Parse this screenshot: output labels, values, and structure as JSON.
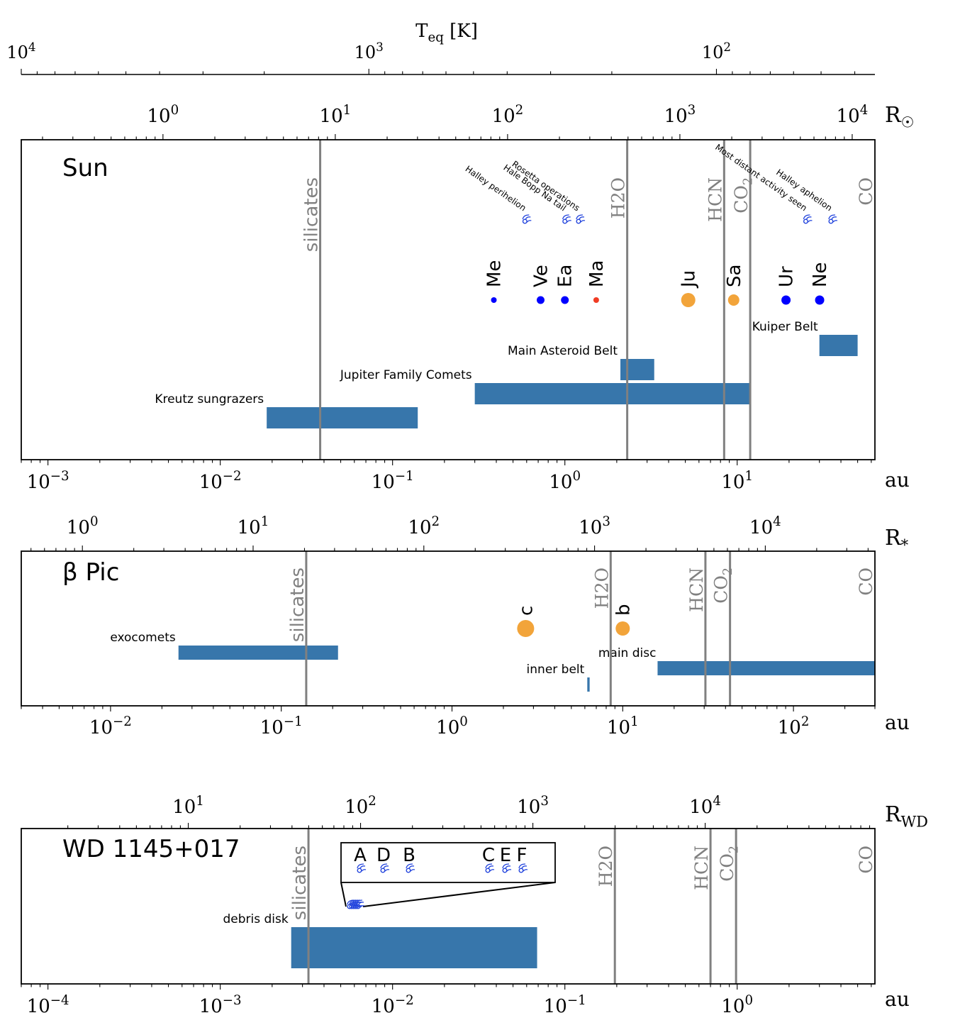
{
  "chart_data": {
    "type": "scatter",
    "top_axis": {
      "label": "T",
      "label_sub": "eq",
      "label_tail": " [K]",
      "ticks": [
        {
          "v": 4,
          "val": 10000
        },
        {
          "v": 3,
          "val": 1000
        },
        {
          "v": 2,
          "val": 100
        }
      ],
      "range": [
        10000,
        35
      ]
    },
    "colors": {
      "bar": "#3776ab",
      "line": "#808080",
      "blue": "#0000ff",
      "orange": "#f2a43a",
      "red": "#f03c24",
      "comet": "#2244dd"
    },
    "panels": [
      {
        "name": "sun",
        "title": "Sun",
        "x_unit": "au",
        "xlim": [
          0.0007,
          63
        ],
        "top_unit": "R",
        "top_unit_sub": "☉",
        "top_scale_au": 0.00465,
        "top_ticks": [
          0,
          1,
          2,
          3,
          4
        ],
        "x_ticks": [
          -3,
          -2,
          -1,
          0,
          1
        ],
        "lines": [
          {
            "label": "silicates",
            "x": 0.038,
            "font": "sans"
          },
          {
            "label": "H2O",
            "x": 2.3,
            "font": "serif"
          },
          {
            "label": "HCN",
            "x": 8.4,
            "font": "serif"
          },
          {
            "label": "CO2",
            "x": 11.9,
            "font": "serif"
          },
          {
            "label": "CO",
            "x": 63,
            "font": "serif"
          }
        ],
        "bars": [
          {
            "label": "Kreutz sungrazers",
            "x0": 0.0186,
            "x1": 0.14,
            "level": 0
          },
          {
            "label": "Jupiter Family Comets",
            "x0": 0.3,
            "x1": 12,
            "level": 1
          },
          {
            "label": "Main Asteroid Belt",
            "x0": 2.1,
            "x1": 3.3,
            "level": 2
          },
          {
            "label": "Kuiper Belt",
            "x0": 30,
            "x1": 50,
            "level": 3
          }
        ],
        "planets": [
          {
            "name": "Me",
            "a": 0.387,
            "color": "blue",
            "r": 4
          },
          {
            "name": "Ve",
            "a": 0.723,
            "color": "blue",
            "r": 5.5
          },
          {
            "name": "Ea",
            "a": 1.0,
            "color": "blue",
            "r": 5.5
          },
          {
            "name": "Ma",
            "a": 1.52,
            "color": "red",
            "r": 4
          },
          {
            "name": "Ju",
            "a": 5.2,
            "color": "orange",
            "r": 10
          },
          {
            "name": "Sa",
            "a": 9.54,
            "color": "orange",
            "r": 8
          },
          {
            "name": "Ur",
            "a": 19.2,
            "color": "blue",
            "r": 6.5
          },
          {
            "name": "Ne",
            "a": 30.1,
            "color": "blue",
            "r": 6.5
          }
        ],
        "comets": [
          {
            "label": "Halley perihelion",
            "x": 0.586
          },
          {
            "label": "Hale Bopp Na tail",
            "x": 1.0
          },
          {
            "label": "Rosetta operations",
            "x": 1.2
          },
          {
            "label": "Most distant activity seen",
            "x": 25
          },
          {
            "label": "Halley aphelion",
            "x": 35
          }
        ]
      },
      {
        "name": "beta-pic",
        "title": "β Pic",
        "x_unit": "au",
        "xlim": [
          0.003,
          300
        ],
        "top_unit": "R",
        "top_unit_sub": "*",
        "top_scale_au": 0.00684,
        "top_ticks": [
          0,
          1,
          2,
          3,
          4
        ],
        "x_ticks": [
          -2,
          -1,
          0,
          1,
          2
        ],
        "lines": [
          {
            "label": "silicates",
            "x": 0.14,
            "font": "sans"
          },
          {
            "label": "H2O",
            "x": 8.5,
            "font": "serif"
          },
          {
            "label": "HCN",
            "x": 30.5,
            "font": "serif"
          },
          {
            "label": "CO2",
            "x": 42.5,
            "font": "serif"
          },
          {
            "label": "CO",
            "x": 300,
            "font": "serif"
          }
        ],
        "bars": [
          {
            "label": "exocomets",
            "x0": 0.025,
            "x1": 0.215,
            "level": 0
          },
          {
            "label": "main disc",
            "x0": 16,
            "x1": 300,
            "level": 1
          },
          {
            "label": "inner belt",
            "x0": 6.2,
            "x1": 6.4,
            "level": 2
          }
        ],
        "planets": [
          {
            "name": "c",
            "a": 2.7,
            "color": "orange",
            "r": 12
          },
          {
            "name": "b",
            "a": 10.0,
            "color": "orange",
            "r": 10
          }
        ],
        "comets": []
      },
      {
        "name": "wd1145",
        "title": "WD 1145+017",
        "x_unit": "au",
        "xlim": [
          7e-05,
          6.3
        ],
        "top_unit": "R",
        "top_unit_sub": "WD",
        "top_scale_au": 6.52e-05,
        "top_ticks": [
          1,
          2,
          3,
          4,
          5
        ],
        "x_ticks": [
          -4,
          -3,
          -2,
          -1,
          0
        ],
        "lines": [
          {
            "label": "silicates",
            "x": 0.00325,
            "font": "sans"
          },
          {
            "label": "H2O",
            "x": 0.195,
            "font": "serif"
          },
          {
            "label": "HCN",
            "x": 0.7,
            "font": "serif"
          },
          {
            "label": "CO2",
            "x": 0.985,
            "font": "serif"
          },
          {
            "label": "CO",
            "x": 6.3,
            "font": "serif"
          }
        ],
        "bars": [
          {
            "label": "debris disk",
            "x0": 0.00258,
            "x1": 0.069,
            "level": 0
          }
        ],
        "planets": [],
        "comets": [],
        "inset_comets": [
          "A",
          "D",
          "B",
          "C",
          "E",
          "F"
        ]
      }
    ]
  }
}
